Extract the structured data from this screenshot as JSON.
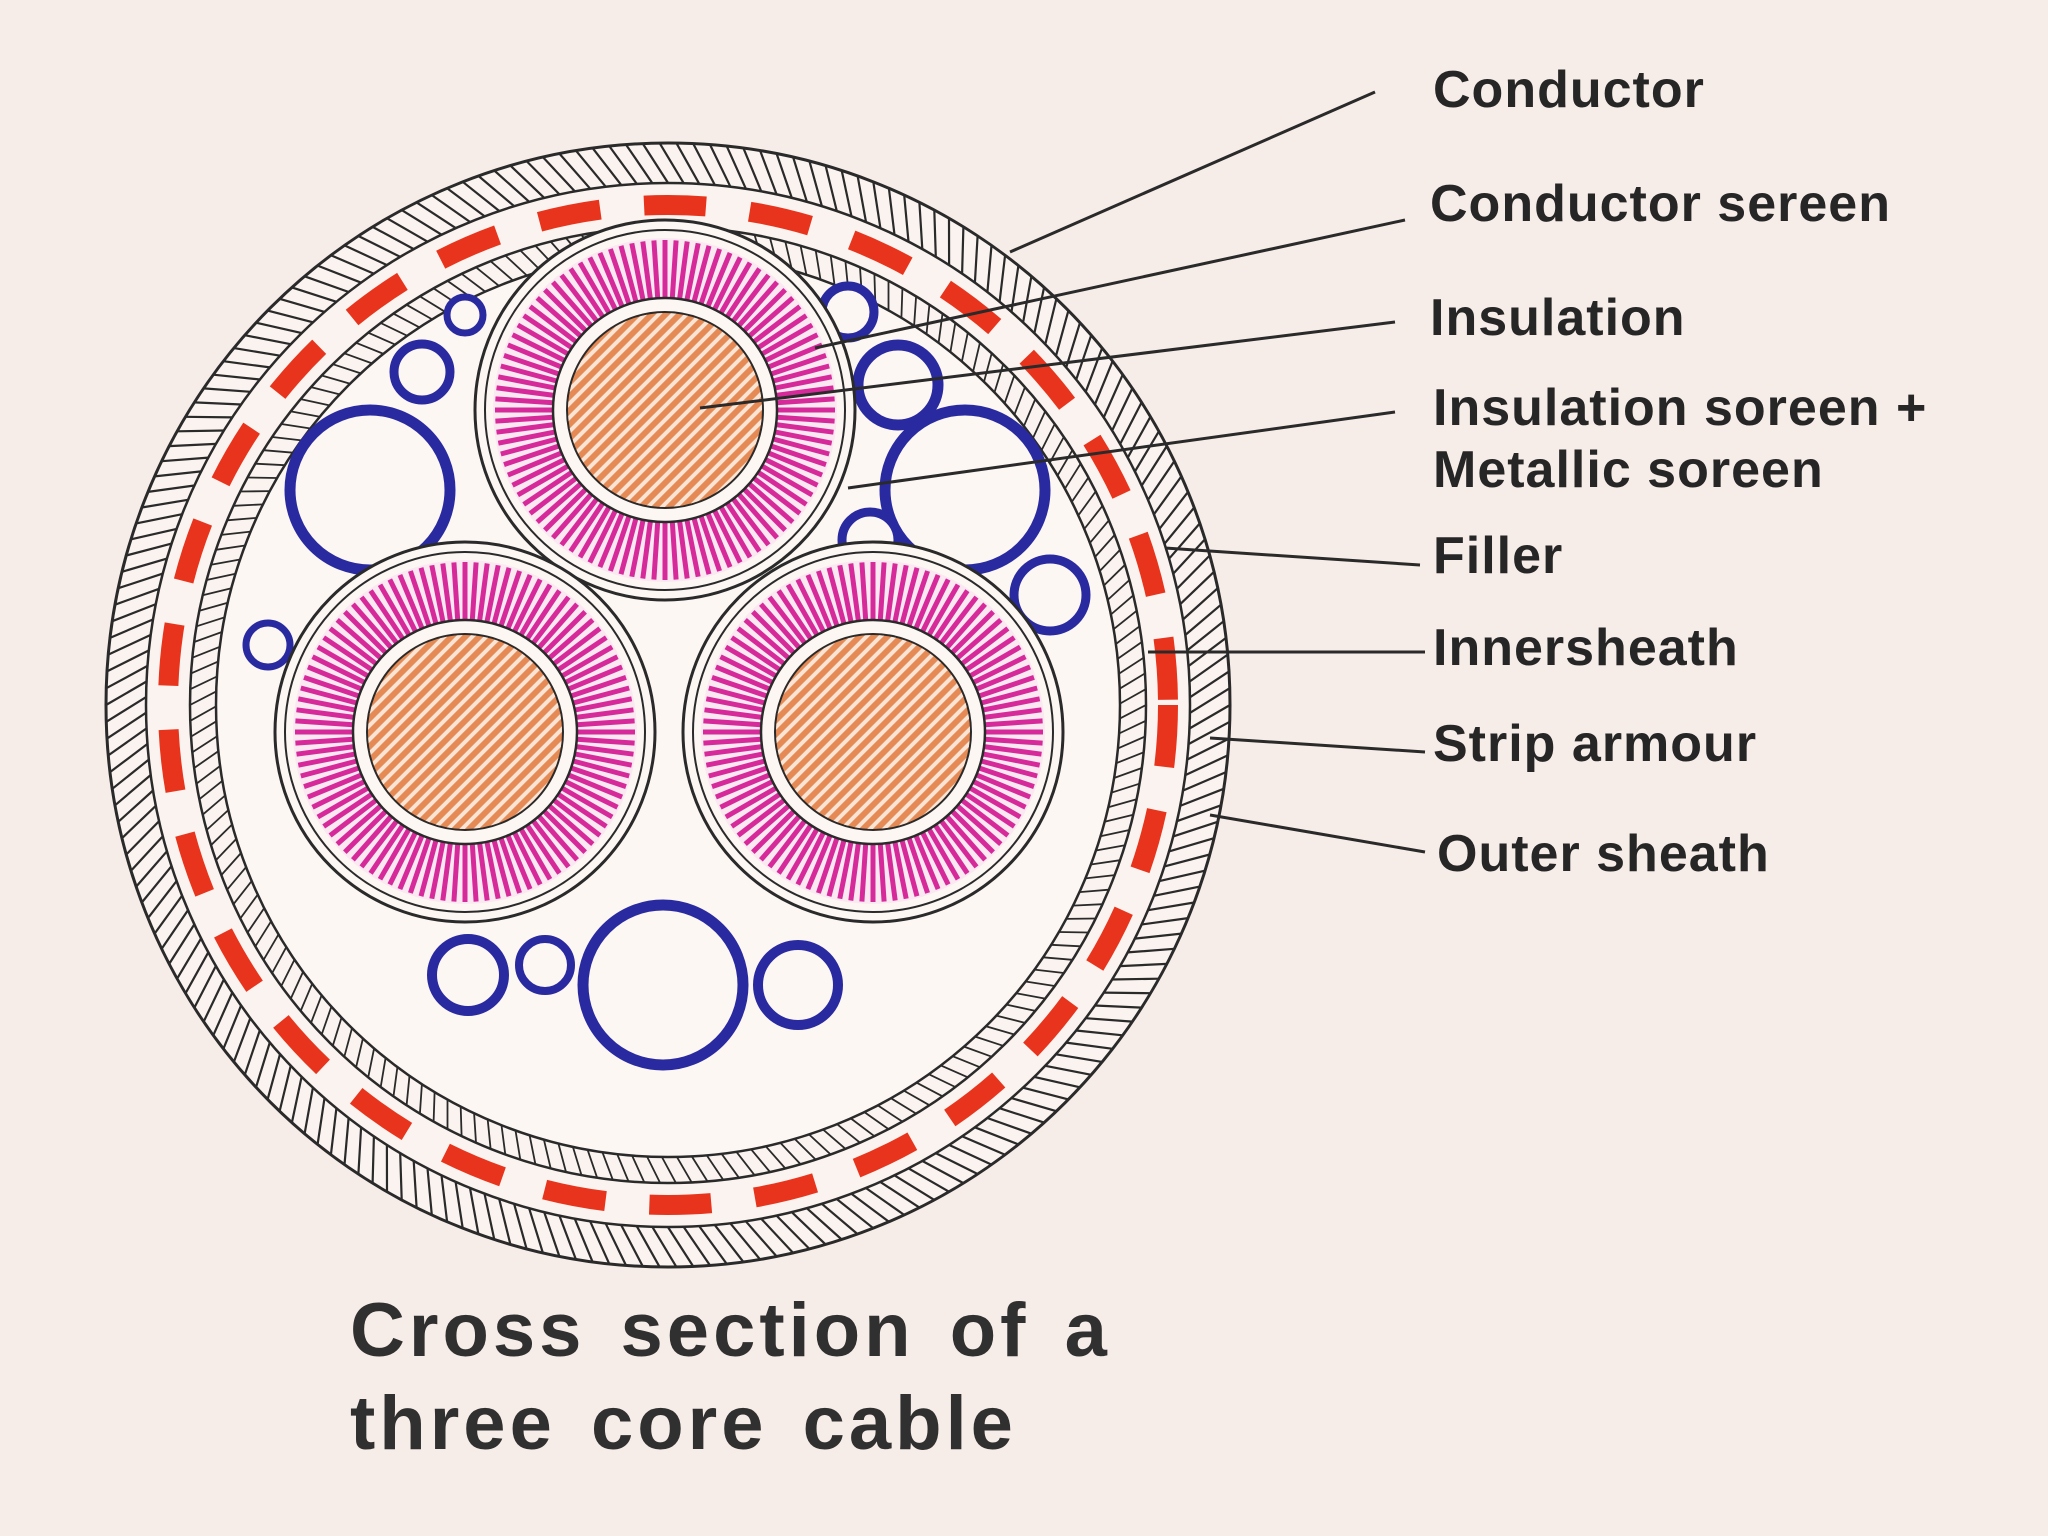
{
  "labels": {
    "conductor": "Conductor",
    "conductor_screen": "Conductor sereen",
    "insulation": "Insulation",
    "insulation_screen": "Insulation soreen +",
    "metallic_screen": "Metallic soreen",
    "filler": "Filler",
    "innersheath": "Innersheath",
    "strip_armour": "Strip armour",
    "outer_sheath": "Outer sheath"
  },
  "caption": {
    "line1": "Cross section of a",
    "line2": "three core cable"
  },
  "colors": {
    "background": "#f6ece8",
    "conductor": "#e58a55",
    "insulation": "#d62a9a",
    "filler": "#2a2aa0",
    "armour_dash": "#e8341c",
    "line": "#2a2a2a"
  }
}
